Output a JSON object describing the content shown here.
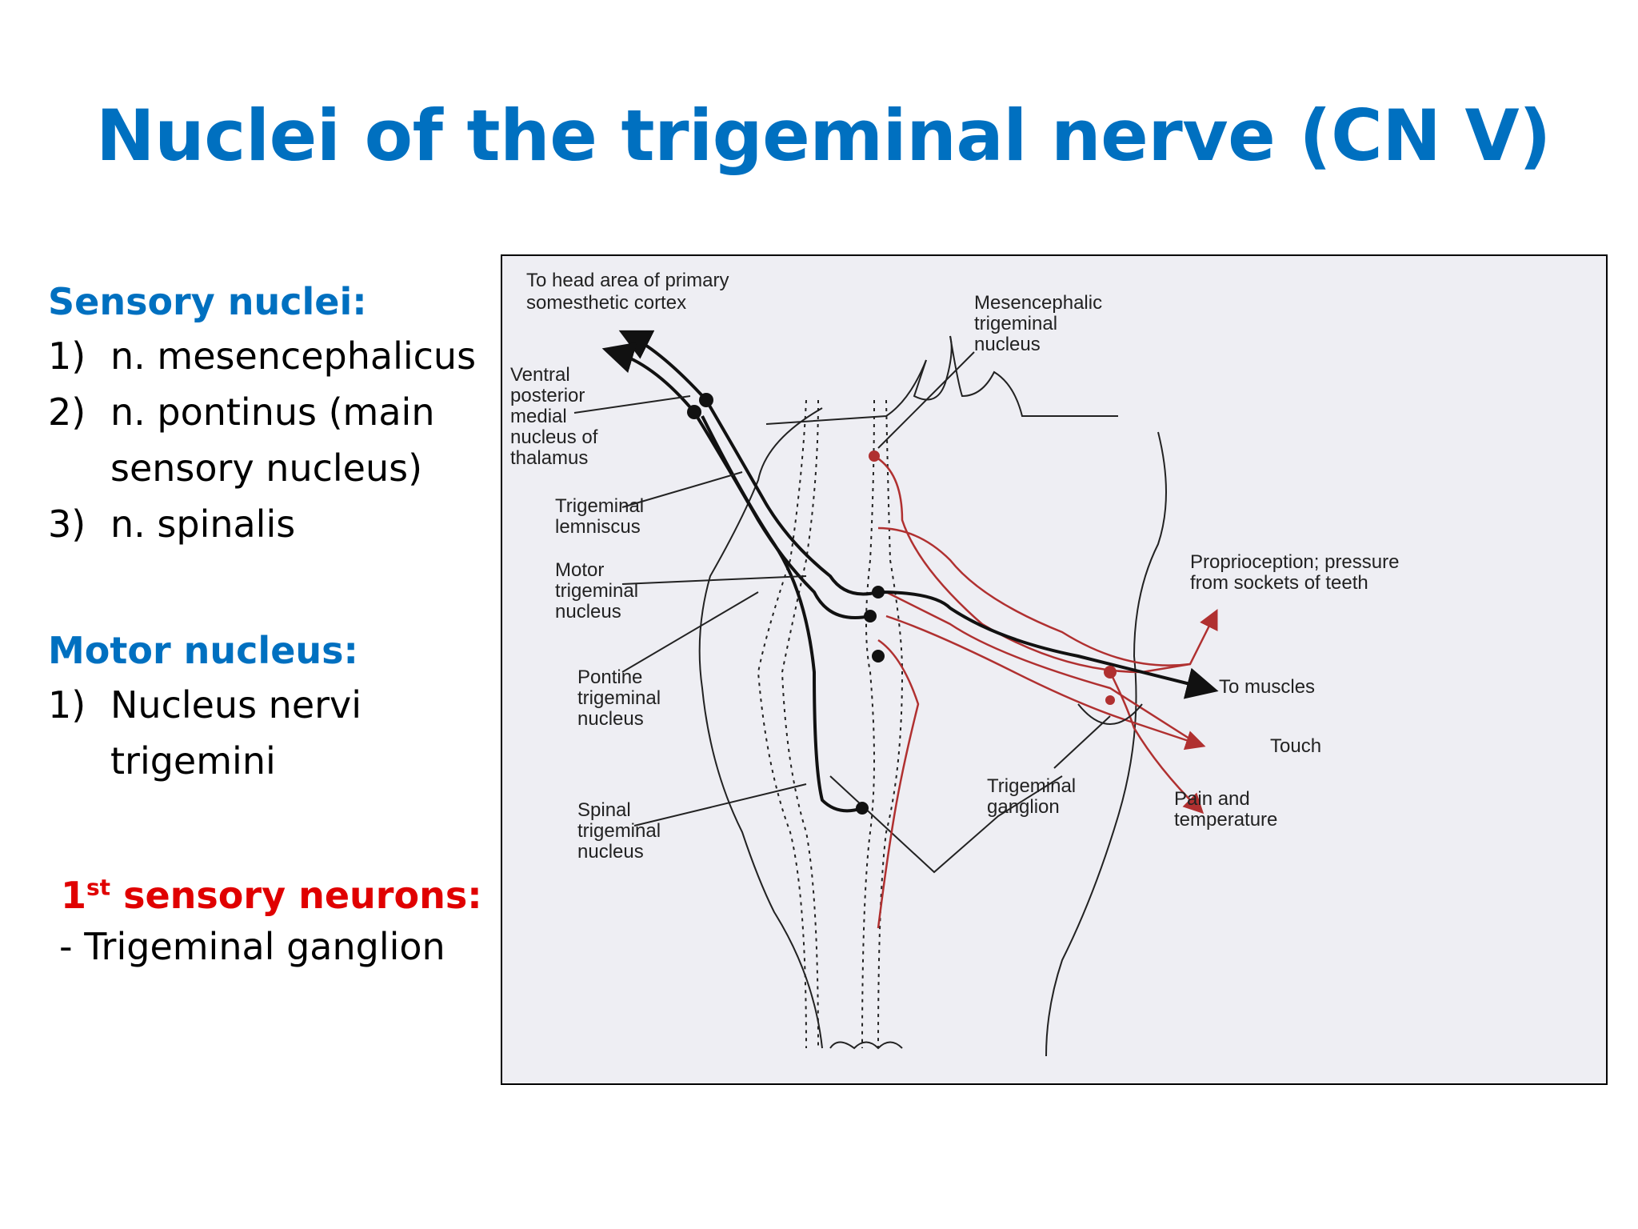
{
  "title": "Nuclei of the trigeminal nerve (CN V)",
  "sensory": {
    "heading": "Sensory nuclei:",
    "items": [
      {
        "num": "1)",
        "lines": [
          "n. mesencephalicus"
        ]
      },
      {
        "num": "2)",
        "lines": [
          "n. pontinus (main",
          "sensory nucleus)"
        ]
      },
      {
        "num": "3)",
        "lines": [
          "n. spinalis"
        ]
      }
    ]
  },
  "motor": {
    "heading": "Motor nucleus:",
    "items": [
      {
        "num": "1)",
        "lines": [
          "Nucleus nervi",
          "trigemini"
        ]
      }
    ]
  },
  "first_neurons": {
    "heading_num": "1",
    "heading_sup": "st",
    "heading_rest": " sensory neurons:",
    "item": "- Trigeminal ganglion"
  },
  "diagram": {
    "labels": {
      "cortex": [
        "To head area of primary",
        "somesthetic cortex"
      ],
      "thalamus": [
        "Ventral",
        "posterior",
        "medial",
        "nucleus of",
        "thalamus"
      ],
      "lemniscus": [
        "Trigeminal",
        "lemniscus"
      ],
      "motor_nucleus": [
        "Motor",
        "trigeminal",
        "nucleus"
      ],
      "pontine_nucleus": [
        "Pontine",
        "trigeminal",
        "nucleus"
      ],
      "spinal_nucleus": [
        "Spinal",
        "trigeminal",
        "nucleus"
      ],
      "mesencephalic": [
        "Mesencephalic",
        "trigeminal",
        "nucleus"
      ],
      "proprioception": [
        "Proprioception; pressure",
        "from sockets of teeth"
      ],
      "muscles": "To muscles",
      "touch": "Touch",
      "ganglion": [
        "Trigeminal",
        "ganglion"
      ],
      "pain": [
        "Pain and",
        "temperature"
      ]
    },
    "colors": {
      "black_pathway": "#111111",
      "red_pathway": "#b03030",
      "background": "#eeeef3"
    }
  }
}
